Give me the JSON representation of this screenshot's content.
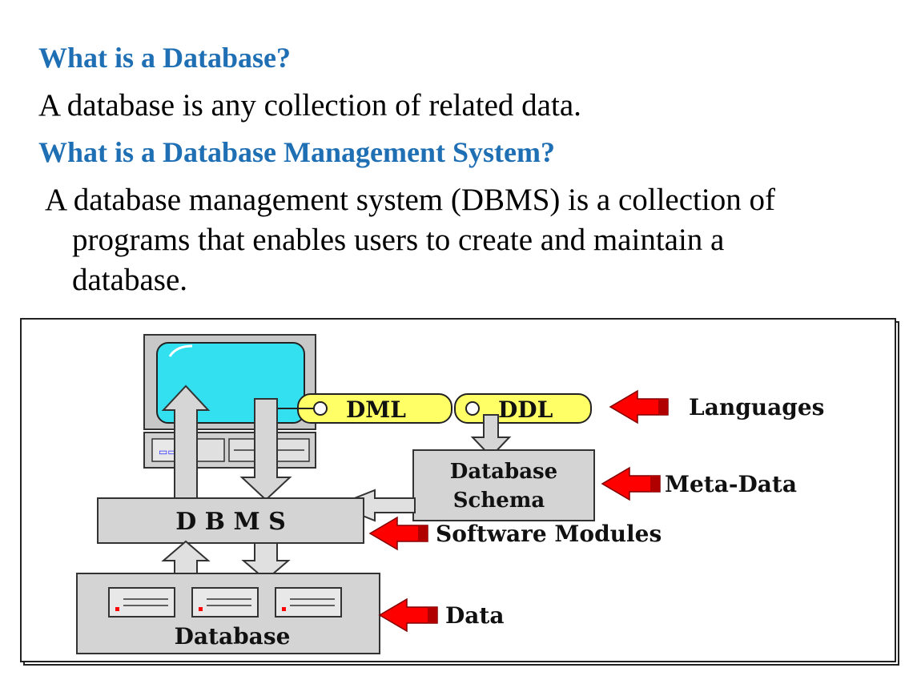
{
  "heading1": "What is a Database?",
  "para1": "A database is any collection of related data.",
  "heading2": "What is a Database Management System?",
  "para2_lines": [
    "A database management  system (DBMS) is a collection of",
    "programs that enables users to create and maintain a",
    "database."
  ],
  "diagram": {
    "dml": "DML",
    "ddl": "DDL",
    "schema_line1": "Database",
    "schema_line2": "Schema",
    "dbms": "D B M S",
    "database": "Database",
    "languages": "Languages",
    "meta_data": "Meta-Data",
    "software_modules": "Software Modules",
    "data": "Data"
  },
  "colors": {
    "heading": "#1f6fb4",
    "screen": "#33e0f0",
    "label_fill": "#ffff66",
    "box_gray": "#d4d4d4",
    "arrow_red": "#ff0000"
  }
}
